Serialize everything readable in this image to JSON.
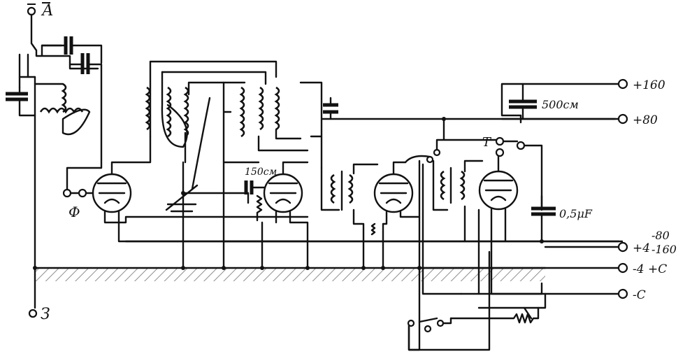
{
  "labels": {
    "antenna": "А",
    "ground": "З",
    "phi": "Ф",
    "t": "Т",
    "c150": "150см",
    "c500": "500см",
    "c05": "0,5μF"
  },
  "terminals": {
    "p160": "+160",
    "p80": "+80",
    "p4": "+4",
    "m80": "-80",
    "m160": "-160",
    "m4c": "-4 +C",
    "mc": "-C"
  }
}
